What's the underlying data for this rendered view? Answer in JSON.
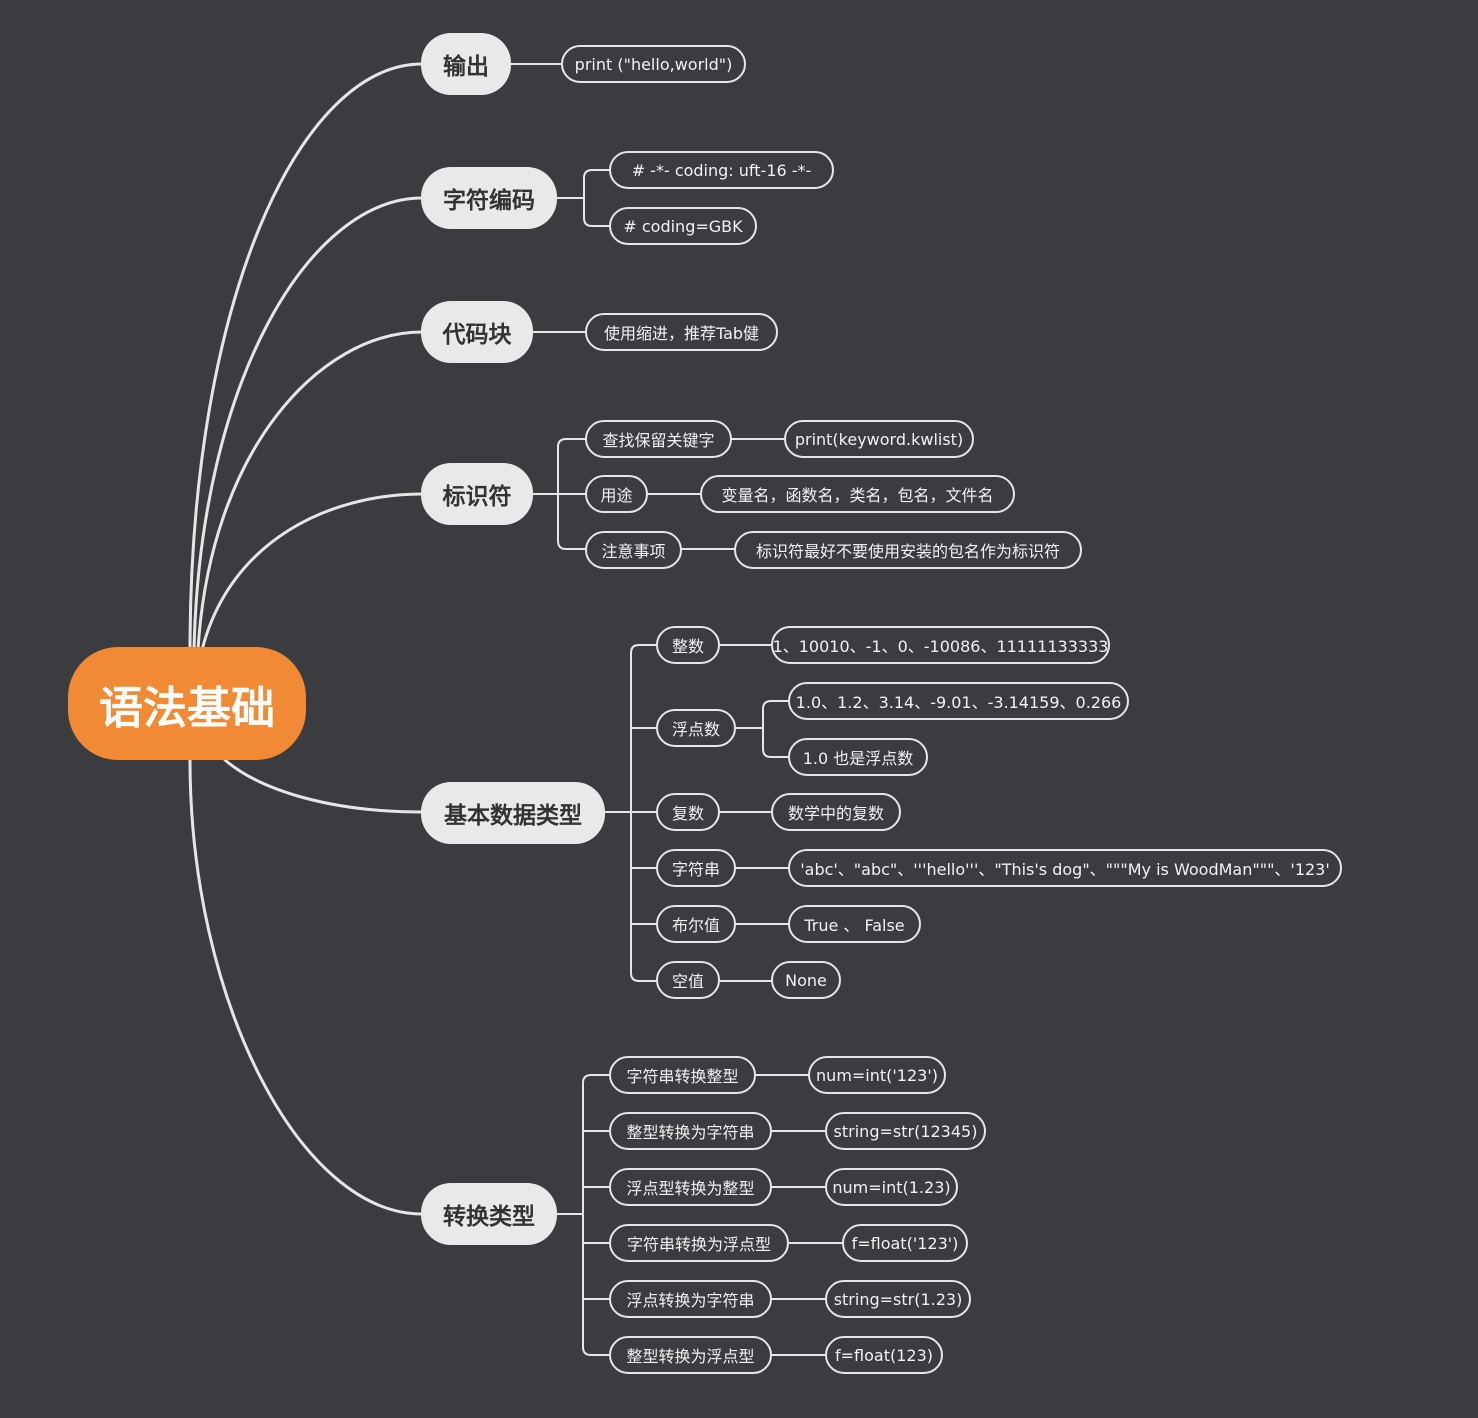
{
  "root": {
    "label": "语法基础"
  },
  "branches": {
    "output": {
      "label": "输出",
      "code": "print (\"hello,world\")"
    },
    "encoding": {
      "label": "字符编码",
      "item1": "# -*- coding: uft-16 -*-",
      "item2": "# coding=GBK"
    },
    "codeblock": {
      "label": "代码块",
      "item1": "使用缩进，推荐Tab健"
    },
    "identifier": {
      "label": "标识符",
      "find": {
        "label": "查找保留关键字",
        "value": "print(keyword.kwlist)"
      },
      "usage": {
        "label": "用途",
        "value": "变量名，函数名，类名，包名，文件名"
      },
      "notes": {
        "label": "注意事项",
        "value": "标识符最好不要使用安装的包名作为标识符"
      }
    },
    "datatypes": {
      "label": "基本数据类型",
      "int": {
        "label": "整数",
        "value": "1、10010、-1、0、-10086、11111133333"
      },
      "float": {
        "label": "浮点数",
        "value1": "1.0、1.2、3.14、-9.01、-3.14159、0.266",
        "value2": "1.0 也是浮点数"
      },
      "complex": {
        "label": "复数",
        "value": "数学中的复数"
      },
      "string": {
        "label": "字符串",
        "value": "'abc'、\"abc\"、'''hello'''、\"This's dog\"、\"\"\"My is WoodMan\"\"\"、'123'"
      },
      "bool": {
        "label": "布尔值",
        "value": "True 、 False"
      },
      "none": {
        "label": "空值",
        "value": "None"
      }
    },
    "conversion": {
      "label": "转换类型",
      "c1": {
        "label": "字符串转换整型",
        "value": "num=int('123')"
      },
      "c2": {
        "label": "整型转换为字符串",
        "value": "string=str(12345)"
      },
      "c3": {
        "label": "浮点型转换为整型",
        "value": "num=int(1.23)"
      },
      "c4": {
        "label": "字符串转换为浮点型",
        "value": "f=float('123')"
      },
      "c5": {
        "label": "浮点转换为字符串",
        "value": "string=str(1.23)"
      },
      "c6": {
        "label": "整型转换为浮点型",
        "value": "f=float(123)"
      }
    }
  },
  "colors": {
    "background": "#3a3c40",
    "root": "#f08a34",
    "main_node": "#e9e9ea",
    "line": "#e6e6e6"
  }
}
